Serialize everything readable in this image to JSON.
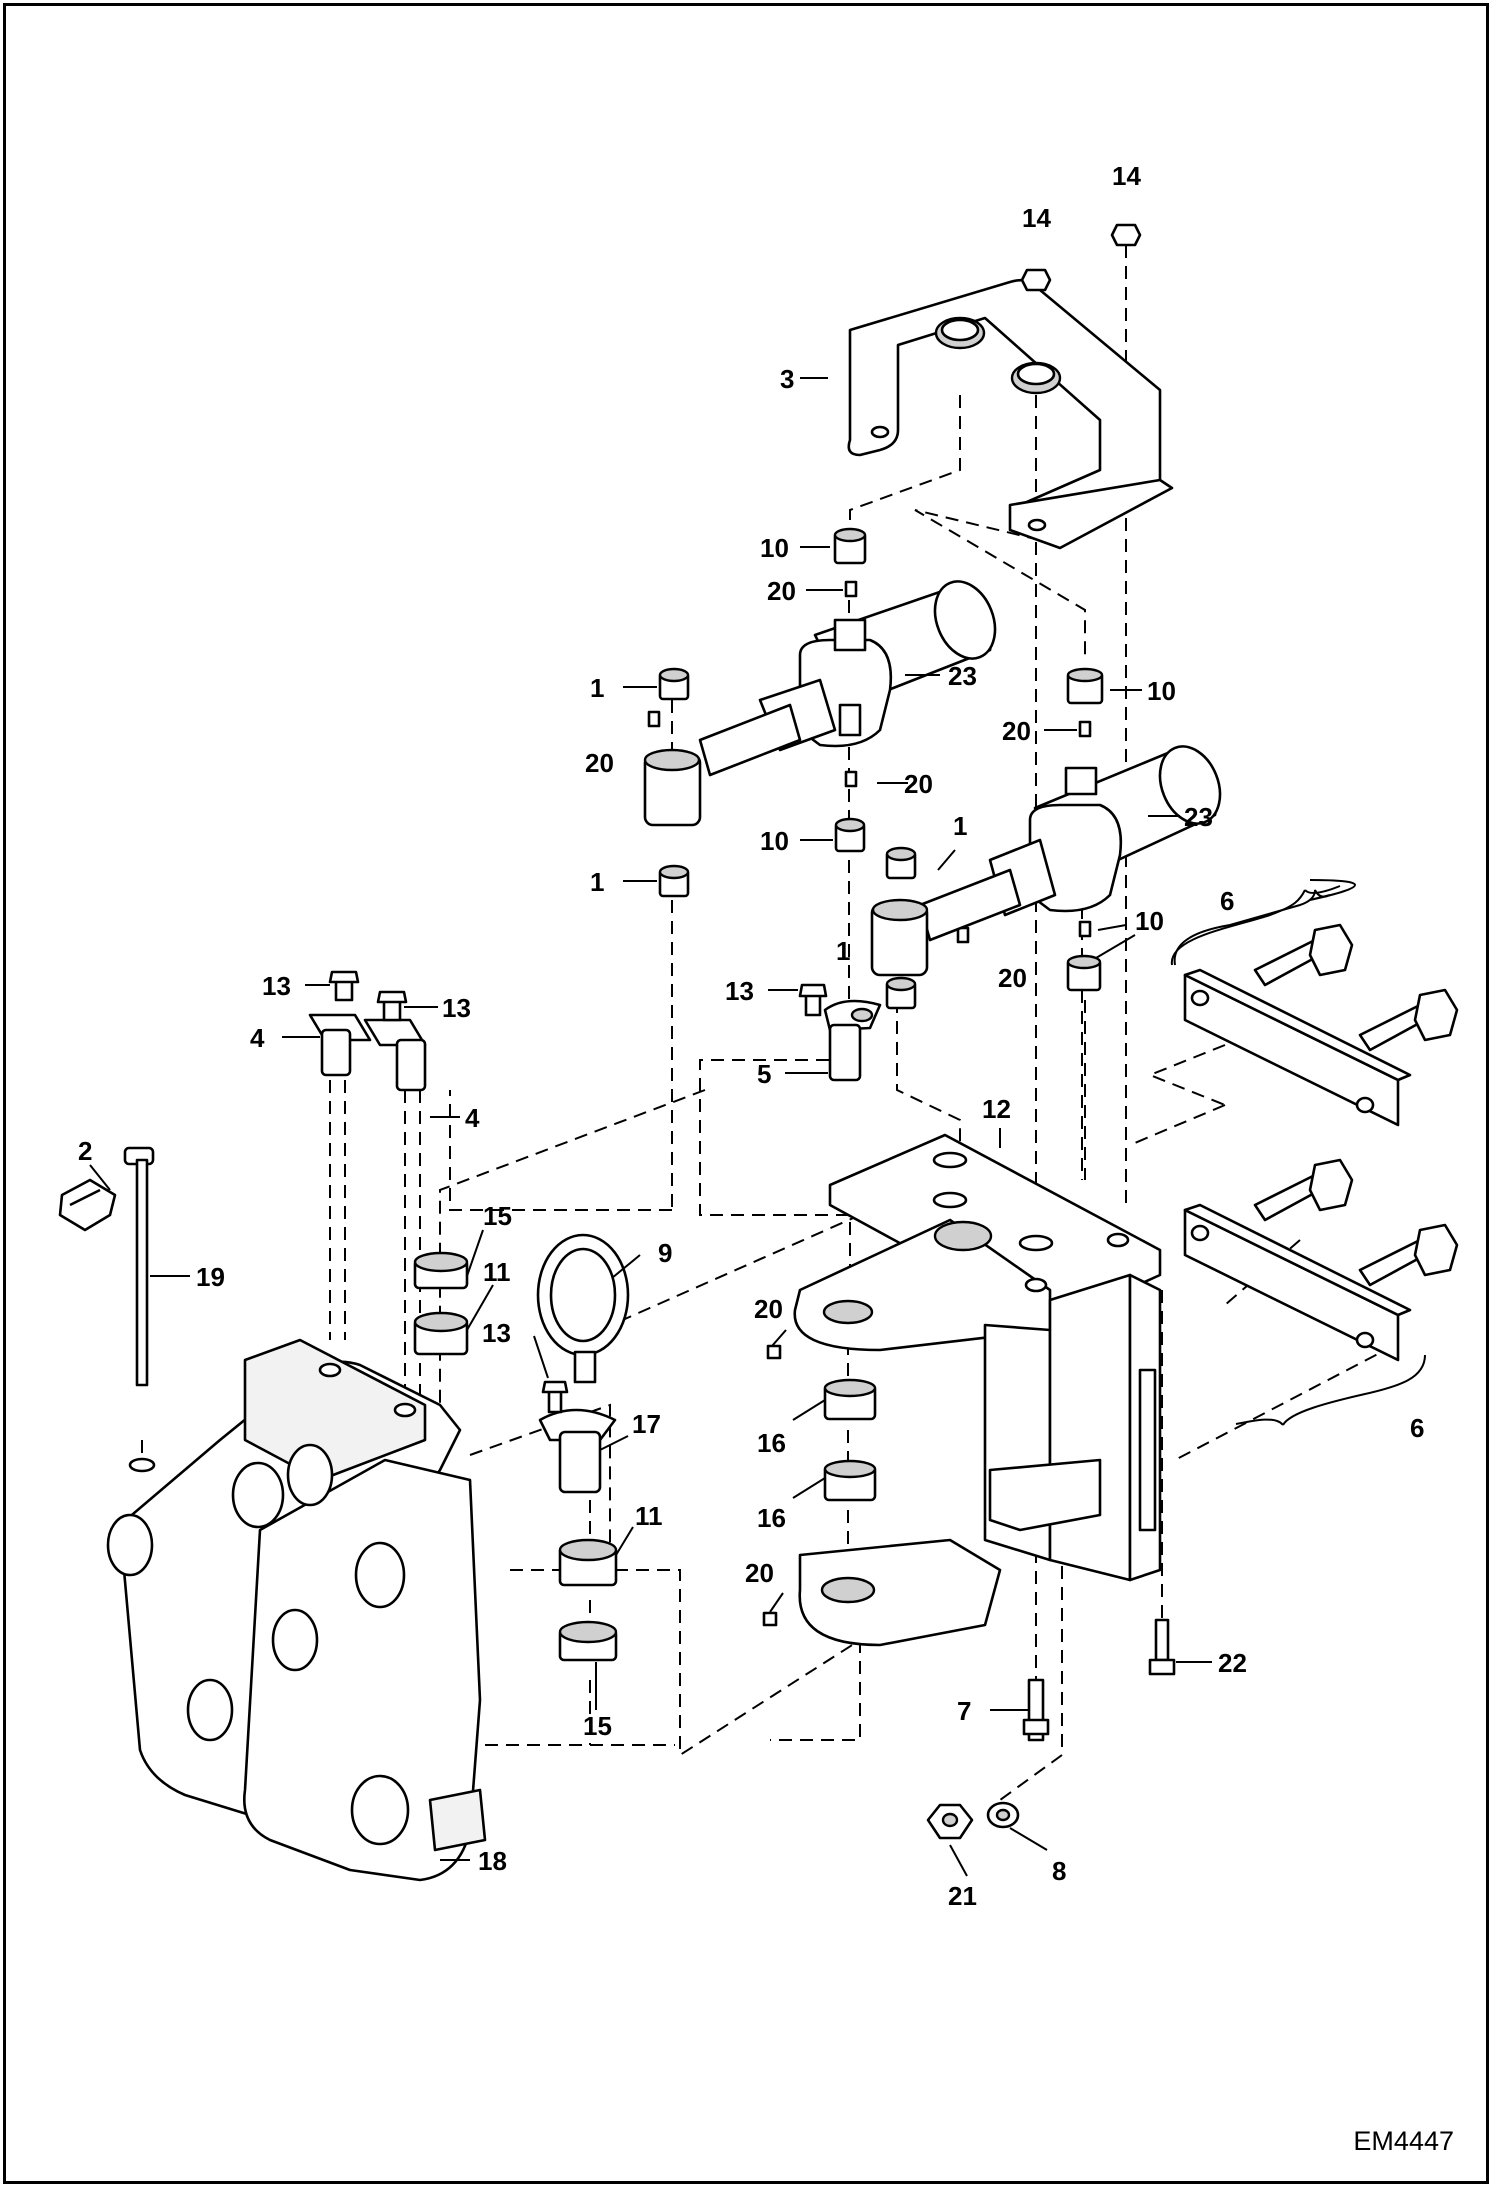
{
  "diagram": {
    "reference_code": "EM4447",
    "callouts": {
      "c1a": "1",
      "c1b": "1",
      "c1c": "1",
      "c1d": "1",
      "c2": "2",
      "c3": "3",
      "c4a": "4",
      "c4b": "4",
      "c5": "5",
      "c6a": "6",
      "c6b": "6",
      "c7": "7",
      "c8": "8",
      "c9": "9",
      "c10a": "10",
      "c10b": "10",
      "c10c": "10",
      "c10d": "10",
      "c11a": "11",
      "c11b": "11",
      "c12": "12",
      "c13a": "13",
      "c13b": "13",
      "c13c": "13",
      "c13d": "13",
      "c14a": "14",
      "c14b": "14",
      "c15a": "15",
      "c15b": "15",
      "c16a": "16",
      "c16b": "16",
      "c17": "17",
      "c18": "18",
      "c19": "19",
      "c20a": "20",
      "c20b": "20",
      "c20c": "20",
      "c20d": "20",
      "c20e": "20",
      "c20f": "20",
      "c21": "21",
      "c22": "22",
      "c23a": "23",
      "c23b": "23"
    }
  }
}
